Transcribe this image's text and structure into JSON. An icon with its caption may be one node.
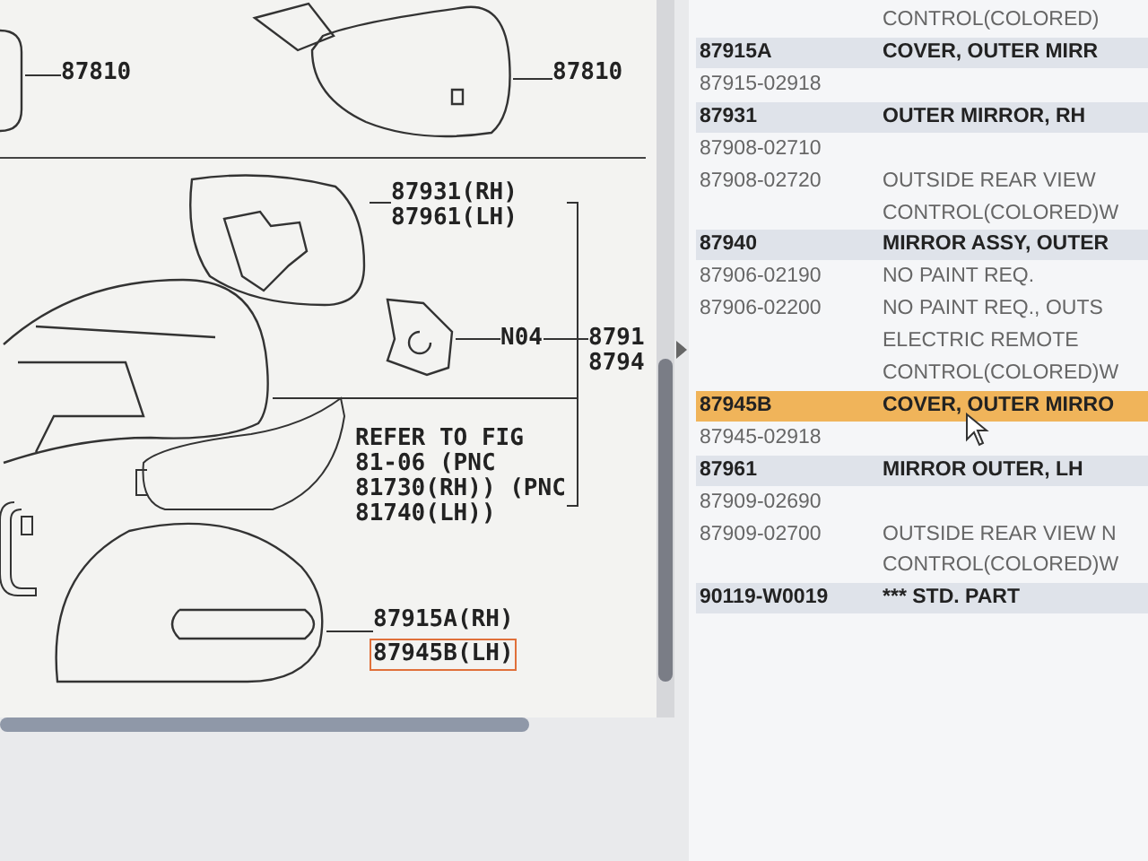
{
  "diagram": {
    "nodes": [
      {
        "text": [
          "87810"
        ]
      },
      {
        "text": [],
        "shape": "picture"
      },
      {
        "text": [
          "87810"
        ]
      },
      {
        "text": [],
        "shape": "picture"
      },
      {
        "text": [
          "87931(RH) 87961(LH)"
        ]
      },
      {
        "text": [],
        "shape": "picture"
      },
      {
        "text": [
          "N04"
        ]
      },
      {
        "text": [],
        "shape": "picture"
      },
      {
        "text": [
          "8791 8794"
        ]
      },
      {
        "text": [],
        "shape": "picture"
      },
      {
        "text": [
          "REFER TO FIG 81-06 (PNC 81730(RH)) (PNC 81740(LH))"
        ]
      },
      {
        "text": [
          "87915A(RH)",
          "87945B(LH)"
        ]
      },
      {
        "text": [],
        "shape": "picture"
      }
    ],
    "edges": [
      {
        "from": 0,
        "to": 1,
        "arrow": "none"
      },
      {
        "from": 2,
        "to": 3,
        "arrow": "none"
      },
      {
        "from": 4,
        "to": 5,
        "arrow": "none"
      },
      {
        "from": 6,
        "to": 7,
        "arrow": "none"
      },
      {
        "from": 4,
        "to": 8,
        "arrow": "none"
      },
      {
        "from": 6,
        "to": 8,
        "arrow": "none"
      },
      {
        "from": 9,
        "to": 8,
        "arrow": "none"
      },
      {
        "from": 10,
        "to": 8,
        "arrow": "none"
      },
      {
        "from": 11,
        "to": 12,
        "arrow": "none"
      }
    ],
    "labels": [
      "CONTROL(COLORED)",
      "87915A",
      "COVER, OUTER MIRR",
      "87915-02918",
      "87931",
      "OUTER MIRROR, RH",
      "87908-02710",
      "87908-02720",
      "OUTSIDE REAR VIEW",
      "CONTROL(COLORED)W",
      "87940",
      "MIRROR ASSY, OUTER",
      "87906-02190",
      "NO PAINT REQ.",
      "87906-02200",
      "NO PAINT REQ., OUTS",
      "ELECTRIC REMOTE",
      "CONTROL(COLORED)W",
      "87945B",
      "COVER, OUTER MIRRO",
      "87945-02918",
      "87961",
      "MIRROR OUTER, LH",
      "87909-02690",
      "87909-02700",
      "OUTSIDE REAR VIEW N",
      "CONTROL(COLORED)W",
      "90119-W0019",
      "*** STD. PART"
    ]
  }
}
